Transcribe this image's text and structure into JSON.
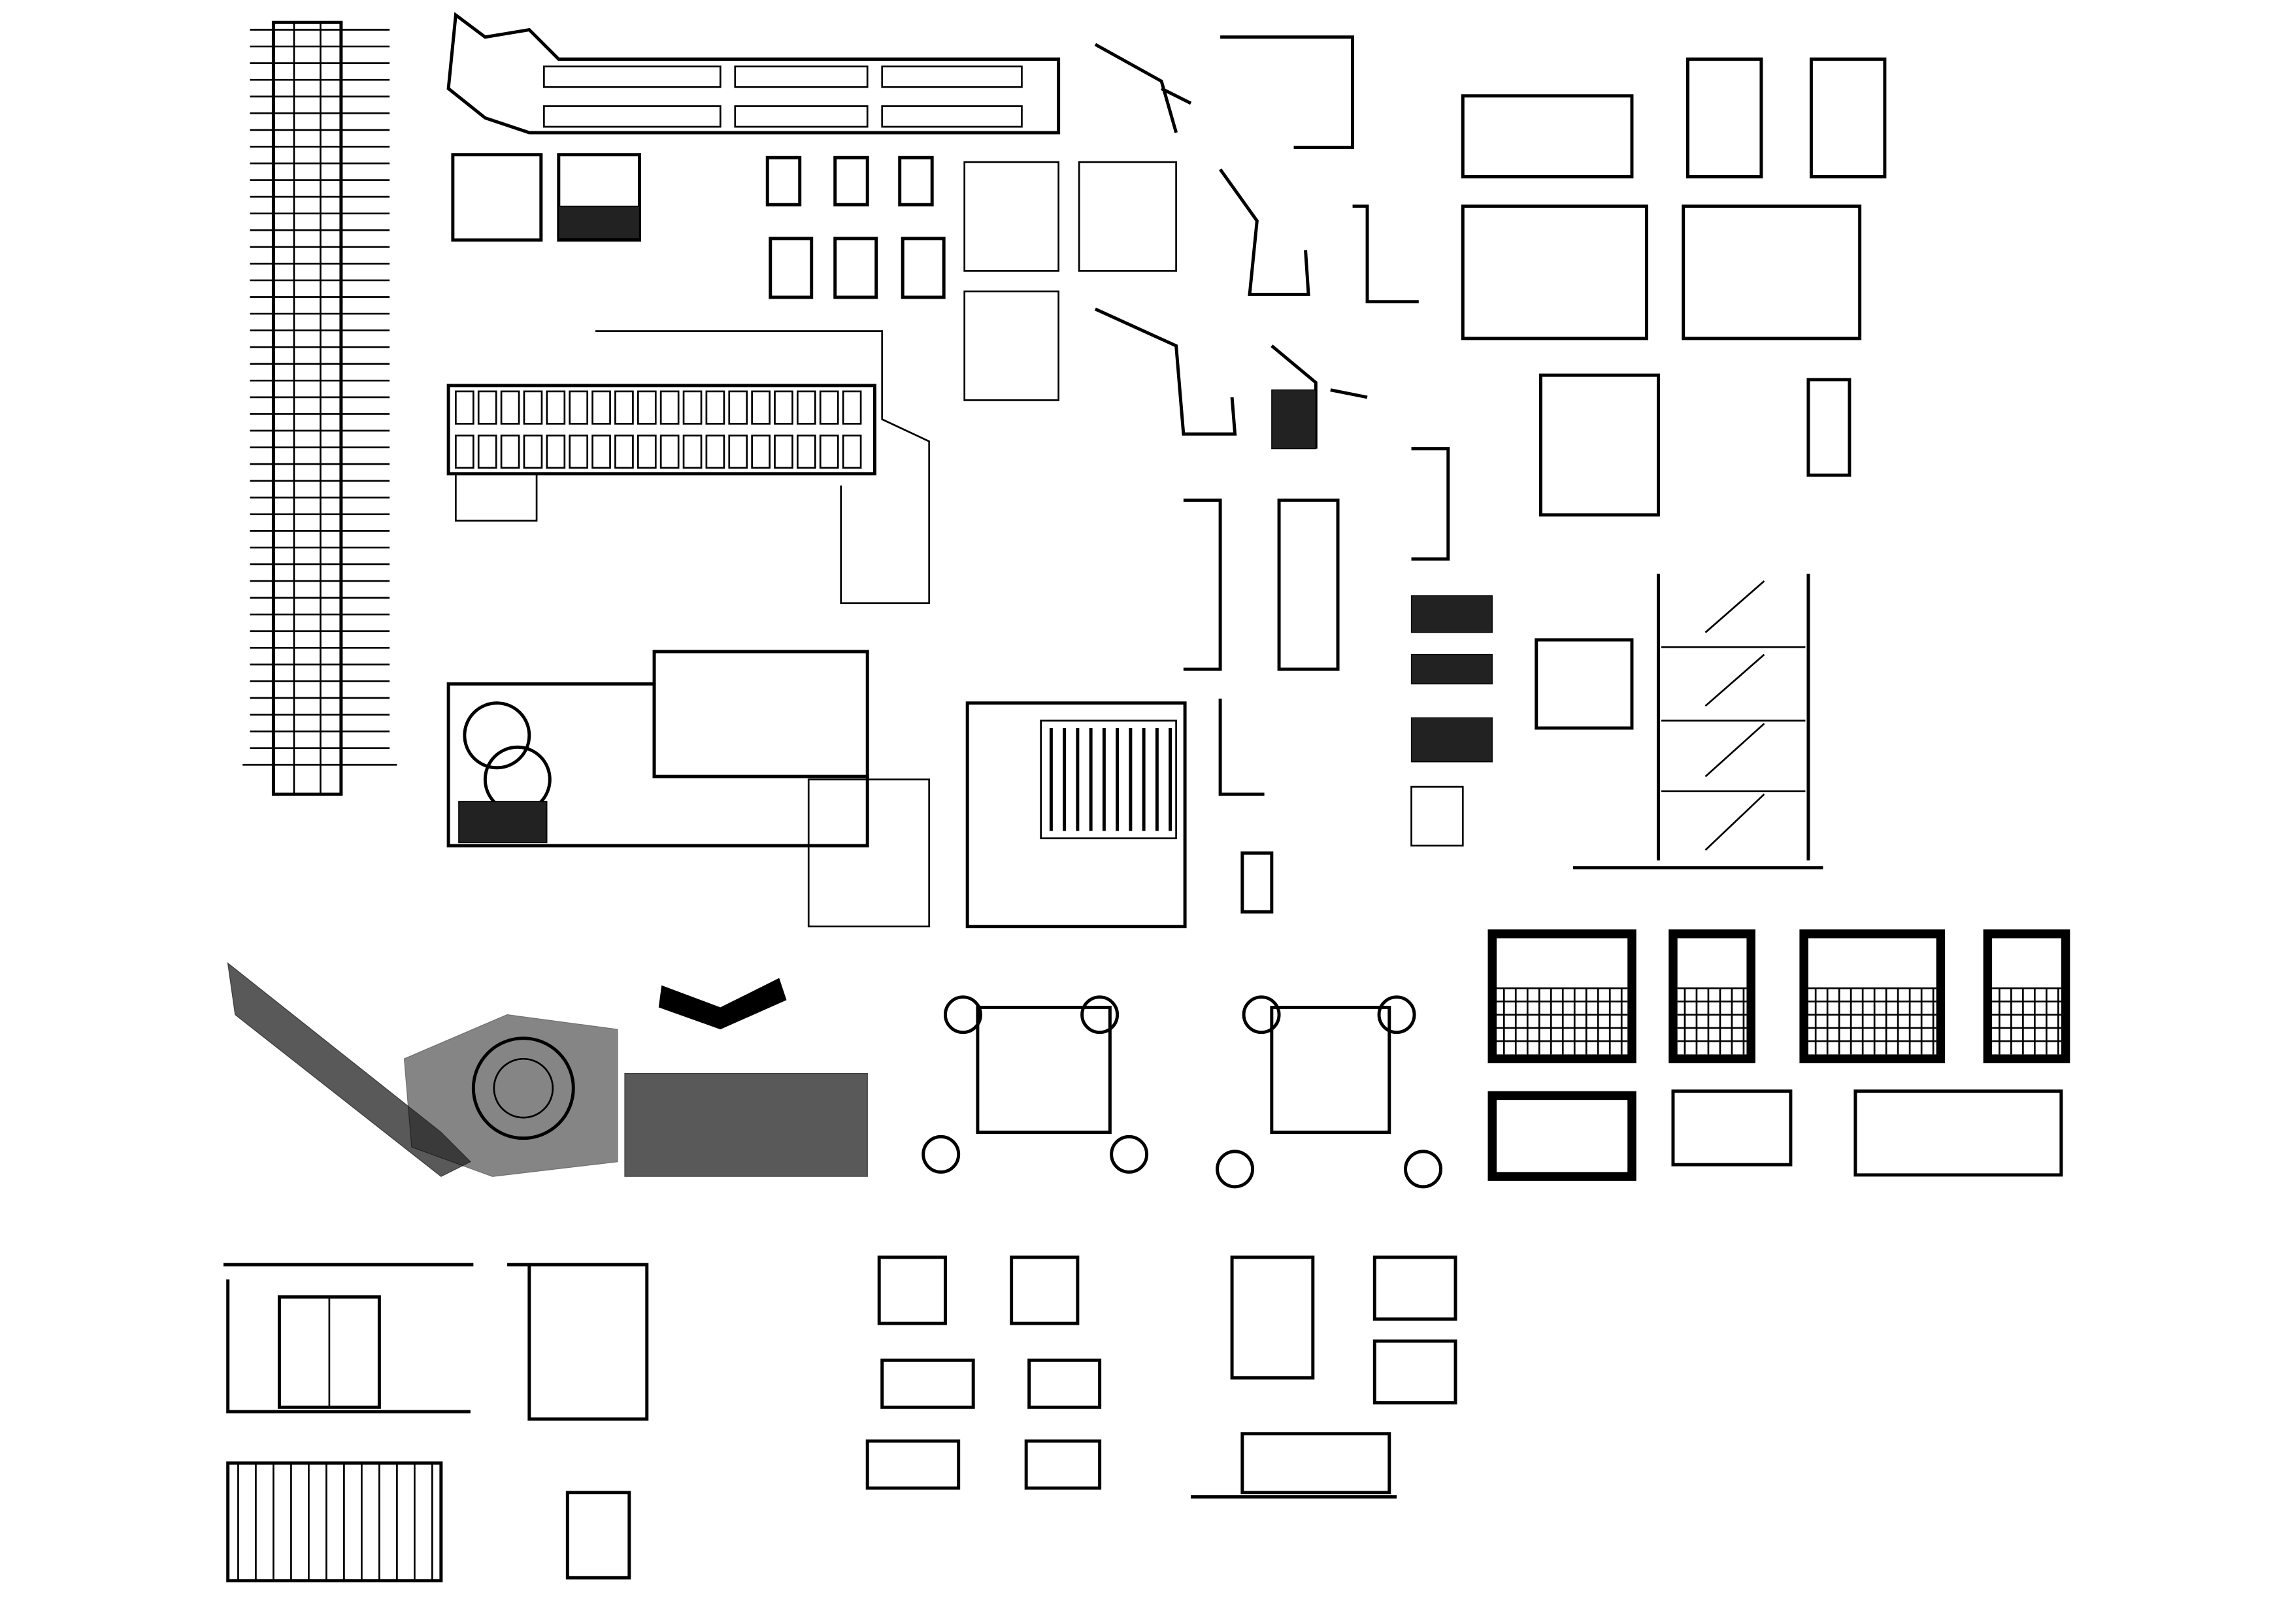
{
  "colors": {
    "background": "#ffffff",
    "ink": "#000000",
    "hatch": "#222222"
  },
  "drawing_groups": [
    "tower-elevation",
    "parking-plan",
    "floor-plans",
    "hotel-floor-plan",
    "ground-floor-plan",
    "wall-sections",
    "stair-section",
    "bathroom-plans",
    "bathroom-elevations",
    "cinema-plan",
    "courtyard-plans",
    "radial-complex-plan",
    "pergola-elevations",
    "villa-plans",
    "kitchen-elevations"
  ],
  "sheet": {
    "tower_floors": 44,
    "bathroom_tile_rows": 8,
    "bathroom_tile_cols": 12
  }
}
